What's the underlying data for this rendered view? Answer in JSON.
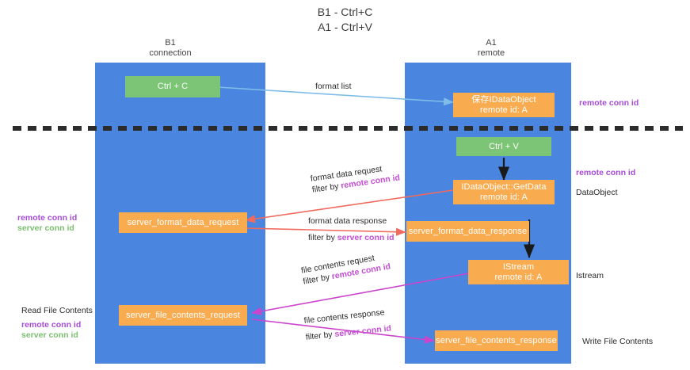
{
  "title": "B1 - Ctrl+C\nA1 - Ctrl+V",
  "lanes": [
    {
      "name": "b1",
      "caption": "B1\nconnection"
    },
    {
      "name": "a1",
      "caption": "A1\nremote"
    }
  ],
  "nodes": {
    "ctrl_c": "Ctrl + C",
    "save_idataobject": "保存IDataObject\nremote id: A",
    "ctrl_v": "Ctrl + V",
    "idataobject_getdata": "IDataObject::GetData\nremote id: A",
    "server_format_data_request": "server_format_data_request",
    "server_format_data_response": "server_format_data_response",
    "istream": "IStream\nremote id: A",
    "server_file_contents_request": "server_file_contents_request",
    "server_file_contents_response": "server_file_contents_response"
  },
  "edges": {
    "format_list": "format list",
    "format_data_request": "format data request",
    "format_data_request_filter_prefix": "filter by ",
    "format_data_request_filter_key": "remote conn id",
    "format_data_response": "format data response",
    "format_data_response_filter_prefix": "filter by ",
    "format_data_response_filter_key": "server conn id",
    "file_contents_request": "file contents request",
    "file_contents_request_filter_prefix": "filter by ",
    "file_contents_request_filter_key": "remote conn id",
    "file_contents_response": "file contents response",
    "file_contents_response_filter_prefix": "filter by ",
    "file_contents_response_filter_key": "server conn id"
  },
  "right_labels": {
    "remote_conn_id_top": "remote conn id",
    "remote_conn_id_mid": "remote conn id",
    "data_object": "DataObject",
    "istream": "Istream",
    "write_file_contents": "Write File Contents"
  },
  "left_labels": {
    "remote_conn_id": "remote conn id",
    "server_conn_id": "server conn id",
    "read_file_contents": "Read File Contents",
    "remote_conn_id_2": "remote conn id",
    "server_conn_id_2": "server conn id"
  },
  "colors": {
    "lane": "#4a86e0",
    "node_green": "#7cc576",
    "node_orange": "#f9ab50",
    "accent_purple": "#a64bd6",
    "accent_green": "#7bbf6f",
    "arrow_red": "#f06a5e",
    "arrow_magenta": "#cc44cc",
    "arrow_blue": "#7fbde8",
    "arrow_black": "#1a1a1a"
  }
}
